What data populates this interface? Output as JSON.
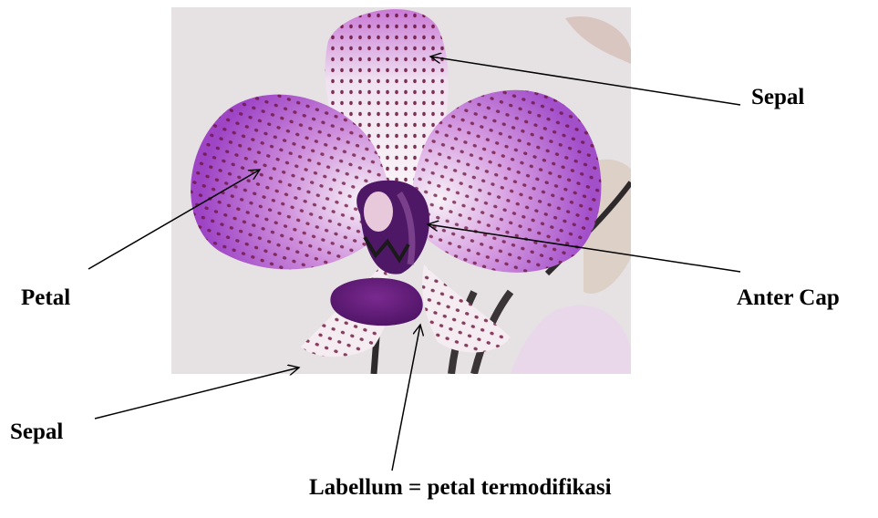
{
  "labels": {
    "sepal_top": "Sepal",
    "petal": "Petal",
    "anter_cap": "Anter Cap",
    "sepal_bottom": "Sepal",
    "labellum": "Labellum = petal termodifikasi"
  },
  "colors": {
    "background_photo": "#e6e1e3",
    "petal_purple": "#a34fc9",
    "spot_maroon": "#6a1038",
    "labellum_purple": "#5a1870",
    "stem_dark": "#2e2a2c",
    "arrow": "#000000"
  }
}
